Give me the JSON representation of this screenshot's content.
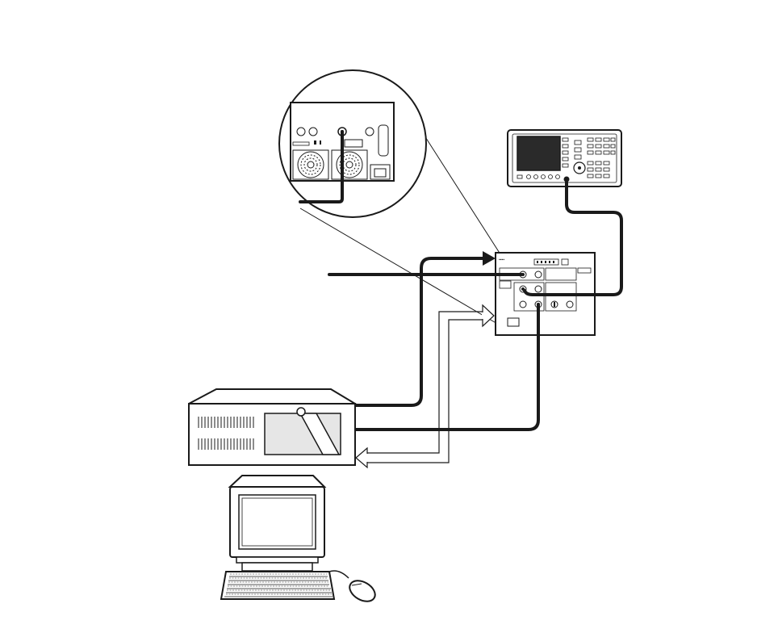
{
  "diagram": {
    "type": "equipment-connection-diagram",
    "labels": [],
    "colors": {
      "line": "#1a1a1a",
      "fill_light": "#e6e6e6",
      "screen": "#2a2a2a",
      "background": "#ffffff"
    },
    "components": [
      {
        "name": "rear-panel-detail-callout",
        "kind": "magnified rear panel with two fans and connectors"
      },
      {
        "name": "spectrum-analyzer",
        "kind": "bench instrument with display and keypad"
      },
      {
        "name": "switch-interface-unit",
        "kind": "front panel with connectors"
      },
      {
        "name": "pc-chassis",
        "kind": "desktop computer case"
      },
      {
        "name": "crt-monitor",
        "kind": "monitor"
      },
      {
        "name": "keyboard",
        "kind": "keyboard"
      },
      {
        "name": "mouse",
        "kind": "mouse"
      }
    ],
    "connections": [
      {
        "from": "rear-panel-connector",
        "to": "switch-interface-unit",
        "style": "thin callout lines"
      },
      {
        "from": "spectrum-analyzer",
        "to": "switch-interface-unit",
        "style": "thick cable"
      },
      {
        "from": "external-signal",
        "to": "switch-interface-unit",
        "style": "thick line"
      },
      {
        "from": "pc-chassis",
        "to": "switch-interface-unit",
        "style": "thick cable with solid arrow"
      },
      {
        "from": "switch-interface-unit",
        "to": "pc-chassis",
        "style": "hollow double-line arrow"
      },
      {
        "from": "switch-interface-unit",
        "to": "pc-chassis",
        "style": "thick cable"
      }
    ]
  }
}
